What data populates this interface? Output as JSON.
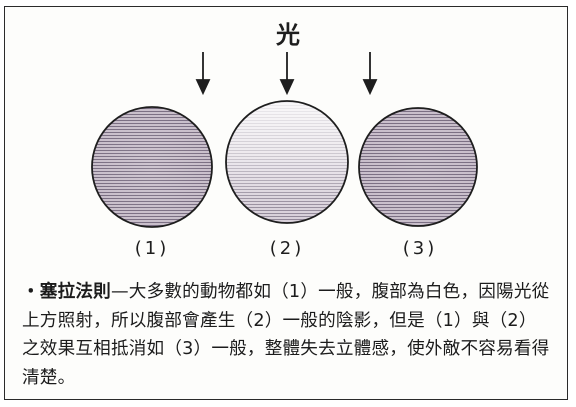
{
  "figure": {
    "light_label": "光",
    "labels": [
      "(1)",
      "(2)",
      "(3)"
    ]
  },
  "caption": {
    "bullet": "・",
    "term": "塞拉法則",
    "body": "—大多數的動物都如（1）一般，腹部為白色，因陽光從上方照射，所以腹部會產生（2）一般的陰影，但是（1）與（2）之效果互相抵消如（3）一般，整體失去立體感，使外敵不容易看得清楚。"
  },
  "colors": {
    "stroke": "#1e1e1e",
    "shade_dark": "#5a4f62",
    "shade_light": "#efe9ef"
  }
}
